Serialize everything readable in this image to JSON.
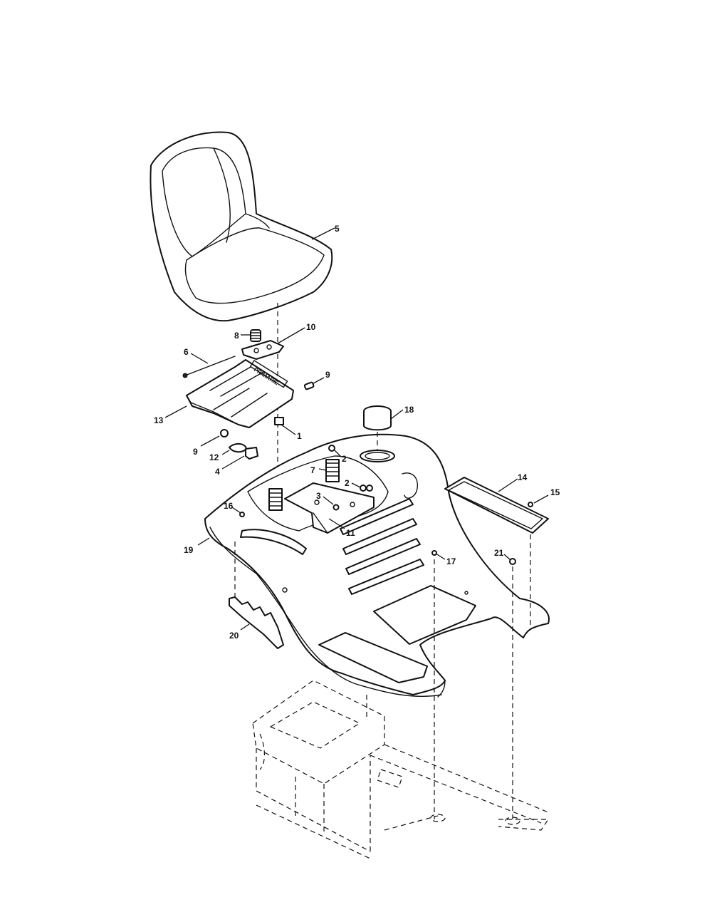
{
  "callouts": [
    {
      "id": "c1",
      "text": "1"
    },
    {
      "id": "c2a",
      "text": "2"
    },
    {
      "id": "c2b",
      "text": "2"
    },
    {
      "id": "c3",
      "text": "3"
    },
    {
      "id": "c4",
      "text": "4"
    },
    {
      "id": "c5",
      "text": "5"
    },
    {
      "id": "c6",
      "text": "6"
    },
    {
      "id": "c7",
      "text": "7"
    },
    {
      "id": "c8",
      "text": "8"
    },
    {
      "id": "c9a",
      "text": "9"
    },
    {
      "id": "c9b",
      "text": "9"
    },
    {
      "id": "c10",
      "text": "10"
    },
    {
      "id": "c11",
      "text": "11"
    },
    {
      "id": "c12",
      "text": "12"
    },
    {
      "id": "c13",
      "text": "13"
    },
    {
      "id": "c14",
      "text": "14"
    },
    {
      "id": "c15",
      "text": "15"
    },
    {
      "id": "c16",
      "text": "16"
    },
    {
      "id": "c17",
      "text": "17"
    },
    {
      "id": "c18",
      "text": "18"
    },
    {
      "id": "c19",
      "text": "19"
    },
    {
      "id": "c20",
      "text": "20"
    },
    {
      "id": "c21",
      "text": "21"
    }
  ],
  "seat_pan_marking": "PRIMARIE"
}
